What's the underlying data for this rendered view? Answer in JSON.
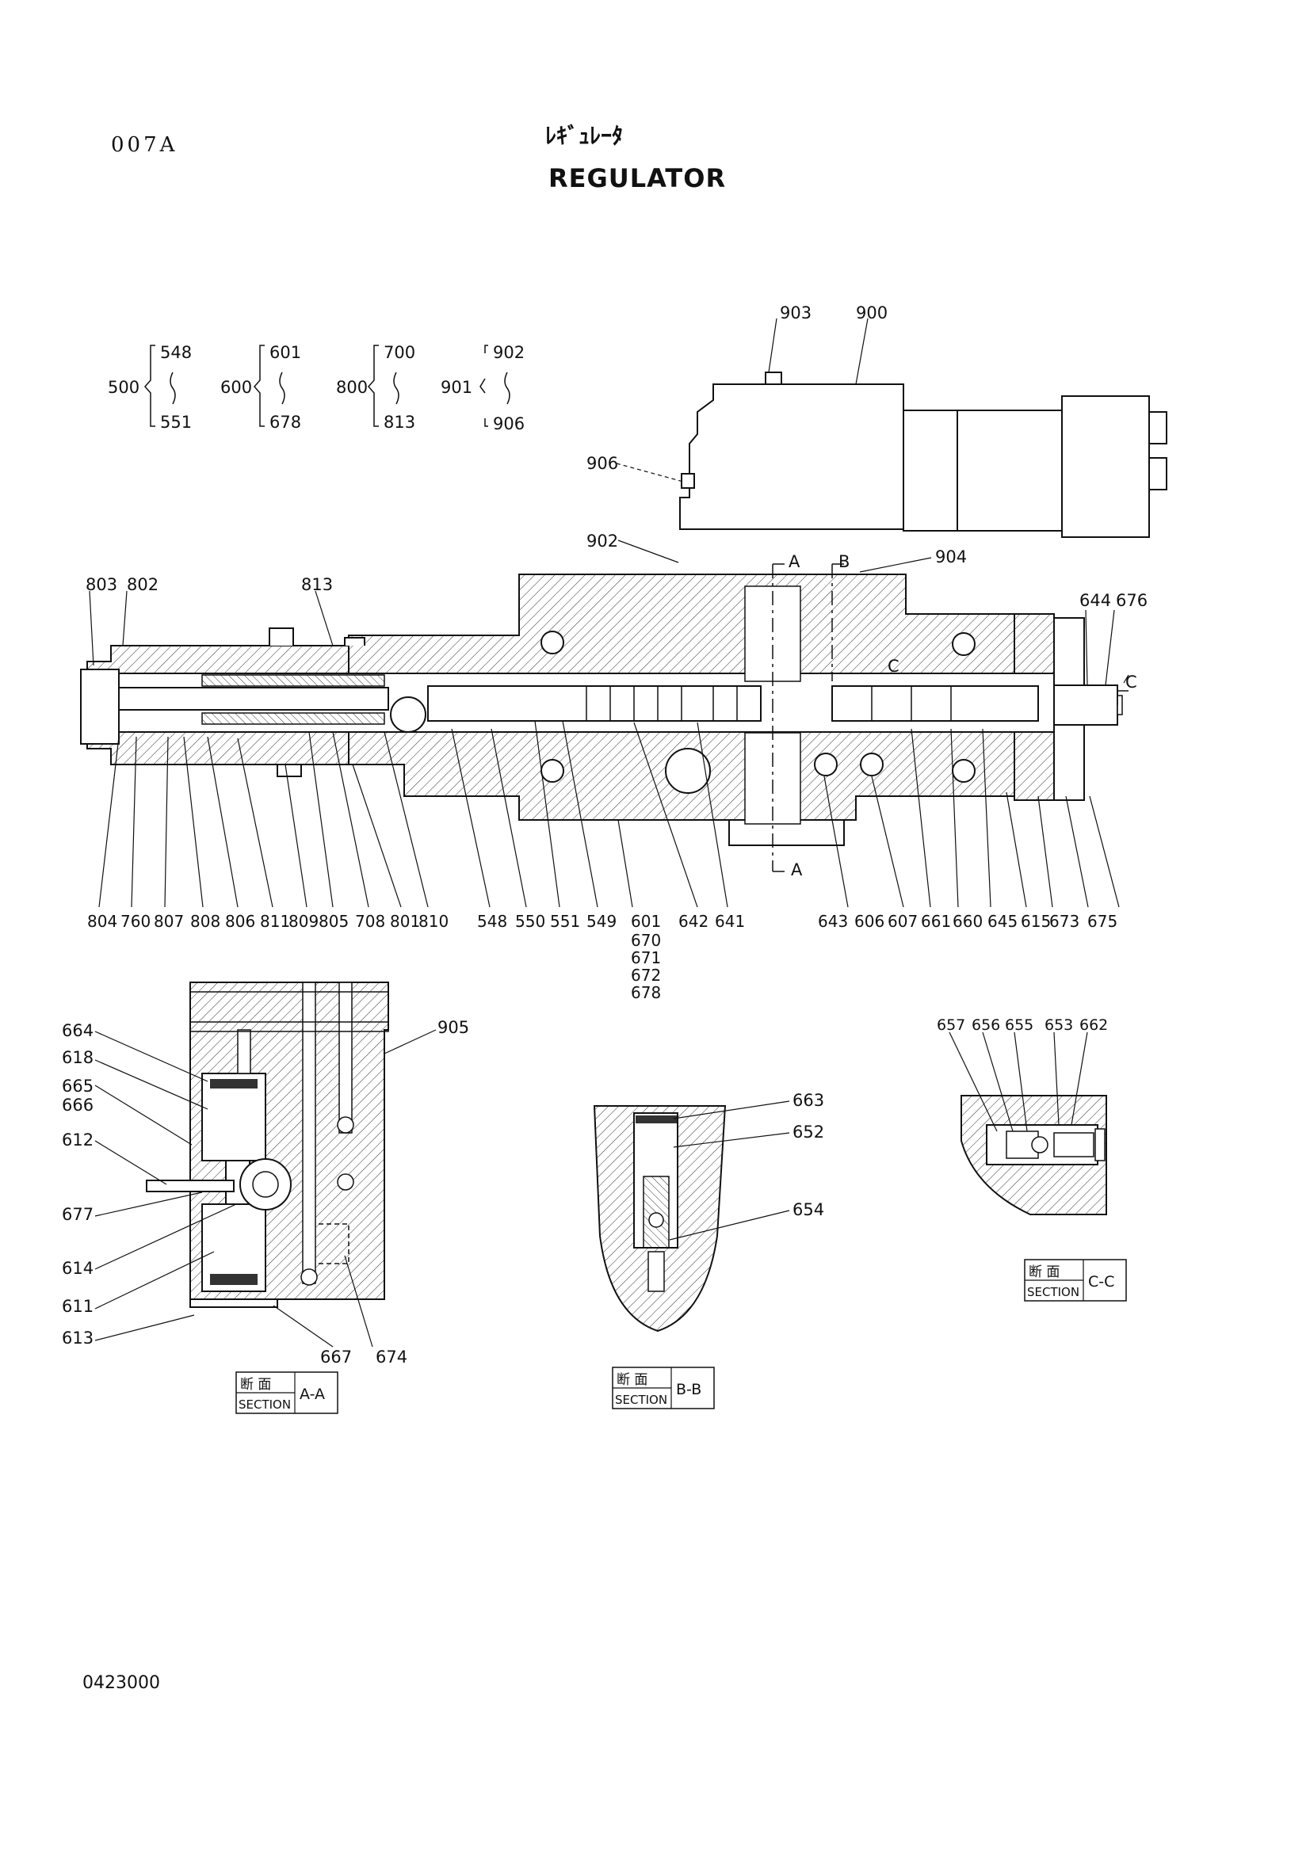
{
  "header": {
    "page_code": "007A",
    "title_jp": "ﾚｷﾞｭﾚｰﾀ",
    "title_en": "REGULATOR",
    "drawing_number": "0423000"
  },
  "groups": [
    {
      "id": "500",
      "from": "548",
      "to": "551"
    },
    {
      "id": "600",
      "from": "601",
      "to": "678"
    },
    {
      "id": "800",
      "from": "700",
      "to": "813"
    },
    {
      "id": "901",
      "from": "902",
      "to": "906"
    }
  ],
  "main_view": {
    "top_callouts": [
      "903",
      "900",
      "906",
      "902",
      "904",
      "803",
      "802",
      "813",
      "644",
      "676",
      "A",
      "B",
      "C",
      "A",
      "C"
    ],
    "bottom_callouts": [
      "804",
      "760",
      "807",
      "808",
      "806",
      "811",
      "809",
      "805",
      "708",
      "801",
      "810",
      "548",
      "550",
      "551",
      "549",
      "601",
      "642",
      "641",
      "643",
      "606",
      "607",
      "661",
      "660",
      "645",
      "615",
      "673",
      "675"
    ],
    "stack_under_601": [
      "670",
      "671",
      "672",
      "678"
    ]
  },
  "section_aa": {
    "label_jp": "断 面",
    "label_en": "SECTION",
    "suffix": "A-A",
    "callouts_left": [
      "664",
      "618",
      "665",
      "666",
      "612",
      "677",
      "614",
      "611",
      "613"
    ],
    "callouts_other": [
      "905",
      "667",
      "674"
    ]
  },
  "section_bb": {
    "label_jp": "断 面",
    "label_en": "SECTION",
    "suffix": "B-B",
    "callouts": [
      "663",
      "652",
      "654"
    ]
  },
  "section_cc": {
    "label_jp": "断 面",
    "label_en": "SECTION",
    "suffix": "C-C",
    "callouts": [
      "657",
      "656",
      "655",
      "653",
      "662"
    ]
  }
}
